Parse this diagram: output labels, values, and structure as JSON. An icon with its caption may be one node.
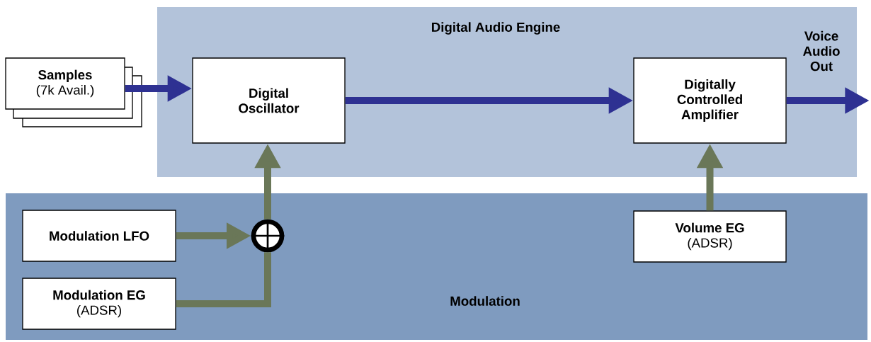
{
  "diagram": {
    "nodes": [
      {
        "text": [
          "Digital Audio Engine"
        ]
      },
      {
        "text": [
          "Samples",
          "(7k Avail.)"
        ]
      },
      {
        "text": [
          "Digital Oscillator"
        ],
        "in": 0
      },
      {
        "text": [
          "Digitally Controlled Amplifier"
        ],
        "in": 0
      },
      {
        "text": [
          "Modulation"
        ]
      },
      {
        "text": [
          "Modulation LFO"
        ],
        "in": 4
      },
      {
        "text": [
          "Modulation EG",
          "(ADSR)"
        ],
        "in": 4
      },
      {
        "text": [],
        "shape": "circle",
        "in": 4
      },
      {
        "text": [
          "Volume EG",
          "(ADSR)"
        ],
        "in": 4
      }
    ],
    "edges": [
      {
        "from": 1,
        "to": 2,
        "arrow": "to",
        "color": "#2e3192"
      },
      {
        "from": 2,
        "to": 3,
        "arrow": "to",
        "color": "#2e3192"
      },
      {
        "from": 3,
        "to": null,
        "arrow": "to",
        "color": "#2e3192"
      },
      {
        "from": 5,
        "to": 7,
        "arrow": "to"
      },
      {
        "from": 6,
        "to": 7,
        "arrow": "none"
      },
      {
        "from": 7,
        "to": 2,
        "arrow": "to"
      },
      {
        "from": 8,
        "to": 3,
        "arrow": "to"
      }
    ],
    "labels": [
      "Voice Audio Out"
    ]
  }
}
